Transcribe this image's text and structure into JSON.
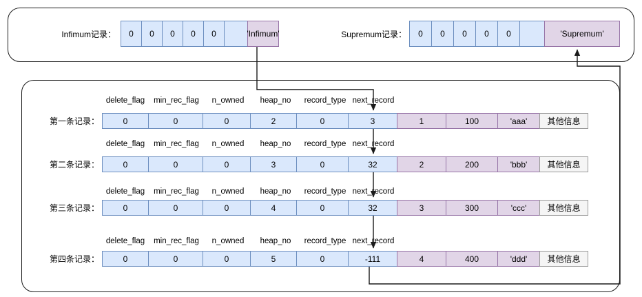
{
  "header": {
    "infimum_label": "Infimum记录：",
    "supremum_label": "Supremum记录："
  },
  "system_records": [
    {
      "name": "infimum",
      "label": "Infimum记录：",
      "cells": [
        "0",
        "0",
        "0",
        "0",
        "0",
        "",
        "'Infimum'"
      ],
      "kinds": [
        "blue",
        "blue",
        "blue",
        "blue",
        "blue",
        "blue",
        "purple"
      ]
    },
    {
      "name": "supremum",
      "label": "Supremum记录：",
      "cells": [
        "0",
        "0",
        "0",
        "0",
        "0",
        "",
        "'Supremum'"
      ],
      "kinds": [
        "blue",
        "blue",
        "blue",
        "blue",
        "blue",
        "blue",
        "purple"
      ]
    }
  ],
  "column_headers": [
    "delete_flag",
    "min_rec_flag",
    "n_owned",
    "heap_no",
    "record_type",
    "next_record"
  ],
  "user_records": [
    {
      "name": "record-1",
      "label": "第一条记录：",
      "delete_flag": "0",
      "min_rec_flag": "0",
      "n_owned": "0",
      "heap_no": "2",
      "record_type": "0",
      "next_record": "3",
      "col_id": "1",
      "col_value": "100",
      "col_text": "'aaa'",
      "other": "其他信息"
    },
    {
      "name": "record-2",
      "label": "第二条记录：",
      "delete_flag": "0",
      "min_rec_flag": "0",
      "n_owned": "0",
      "heap_no": "3",
      "record_type": "0",
      "next_record": "32",
      "col_id": "2",
      "col_value": "200",
      "col_text": "'bbb'",
      "other": "其他信息"
    },
    {
      "name": "record-3",
      "label": "第三条记录：",
      "delete_flag": "0",
      "min_rec_flag": "0",
      "n_owned": "0",
      "heap_no": "4",
      "record_type": "0",
      "next_record": "32",
      "col_id": "3",
      "col_value": "300",
      "col_text": "'ccc'",
      "other": "其他信息"
    },
    {
      "name": "record-4",
      "label": "第四条记录：",
      "delete_flag": "0",
      "min_rec_flag": "0",
      "n_owned": "0",
      "heap_no": "5",
      "record_type": "0",
      "next_record": "-111",
      "col_id": "4",
      "col_value": "400",
      "col_text": "'ddd'",
      "other": "其他信息"
    }
  ],
  "colors": {
    "blue_fill": "#dae8fc",
    "blue_border": "#6c8ebf",
    "purple_fill": "#e1d5e7",
    "purple_border": "#9673a6",
    "grey_fill": "#f5f5f5",
    "grey_border": "#999999",
    "outline": "#1a1a1a",
    "connector": "#1a1a1a"
  }
}
